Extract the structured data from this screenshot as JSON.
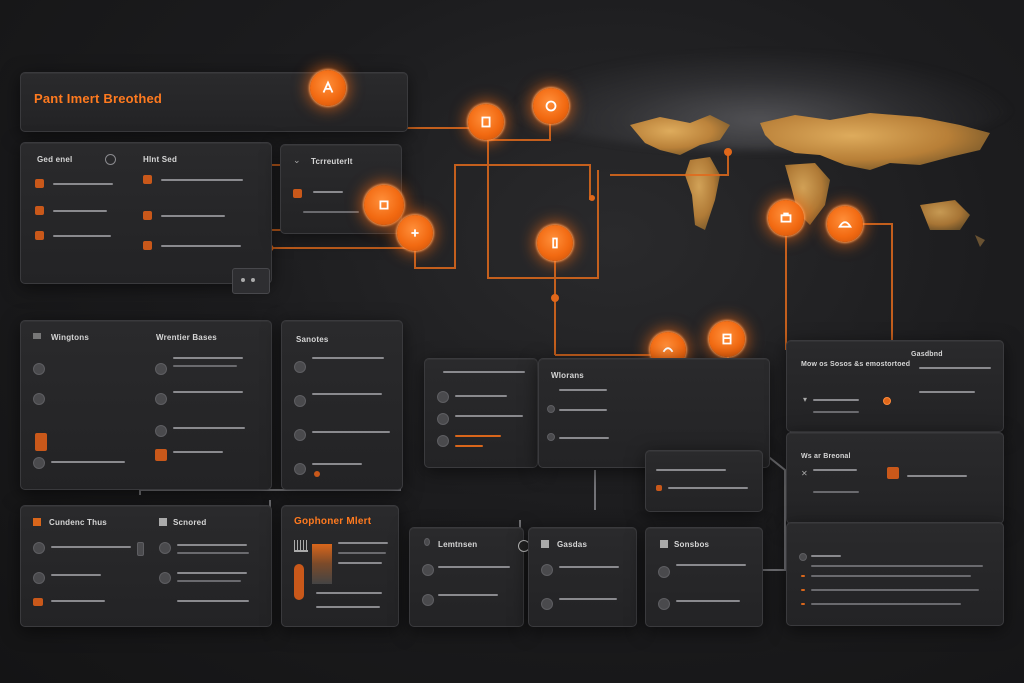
{
  "header": {
    "title": "Pant Imert Breothed"
  },
  "panels": {
    "top_left_a": {
      "title": "Ged enel"
    },
    "top_left_b": {
      "title": "Hlnt Sed"
    },
    "top_mid": {
      "title": "Tcrreuterlt"
    },
    "mid_left_a": {
      "title": "Wingtons"
    },
    "mid_left_b": {
      "title": "Wrentier Bases"
    },
    "mid_center": {
      "title": "Sanotes"
    },
    "mid_right": {
      "title": "Wlorans"
    },
    "right_a": {
      "title": "Mow os Sosos &s emostortoed",
      "title2": "Gasdbnd"
    },
    "right_b": {
      "title": "Ws ar Breonal"
    },
    "bottom_left_a": {
      "title": "Cundenc Thus"
    },
    "bottom_left_b": {
      "title": "Scnored"
    },
    "bottom_center": {
      "title": "Gophoner Mlert"
    },
    "bottom_mid_a": {
      "title": "Lemtnsen"
    },
    "bottom_mid_b": {
      "title": "Gasdas"
    },
    "bottom_mid_c": {
      "title": "Sonsbos"
    }
  },
  "colors": {
    "accent": "#ff7a1f",
    "node": "#f26a12",
    "bg": "#1c1c1e",
    "panel": "#2a2a2c"
  }
}
